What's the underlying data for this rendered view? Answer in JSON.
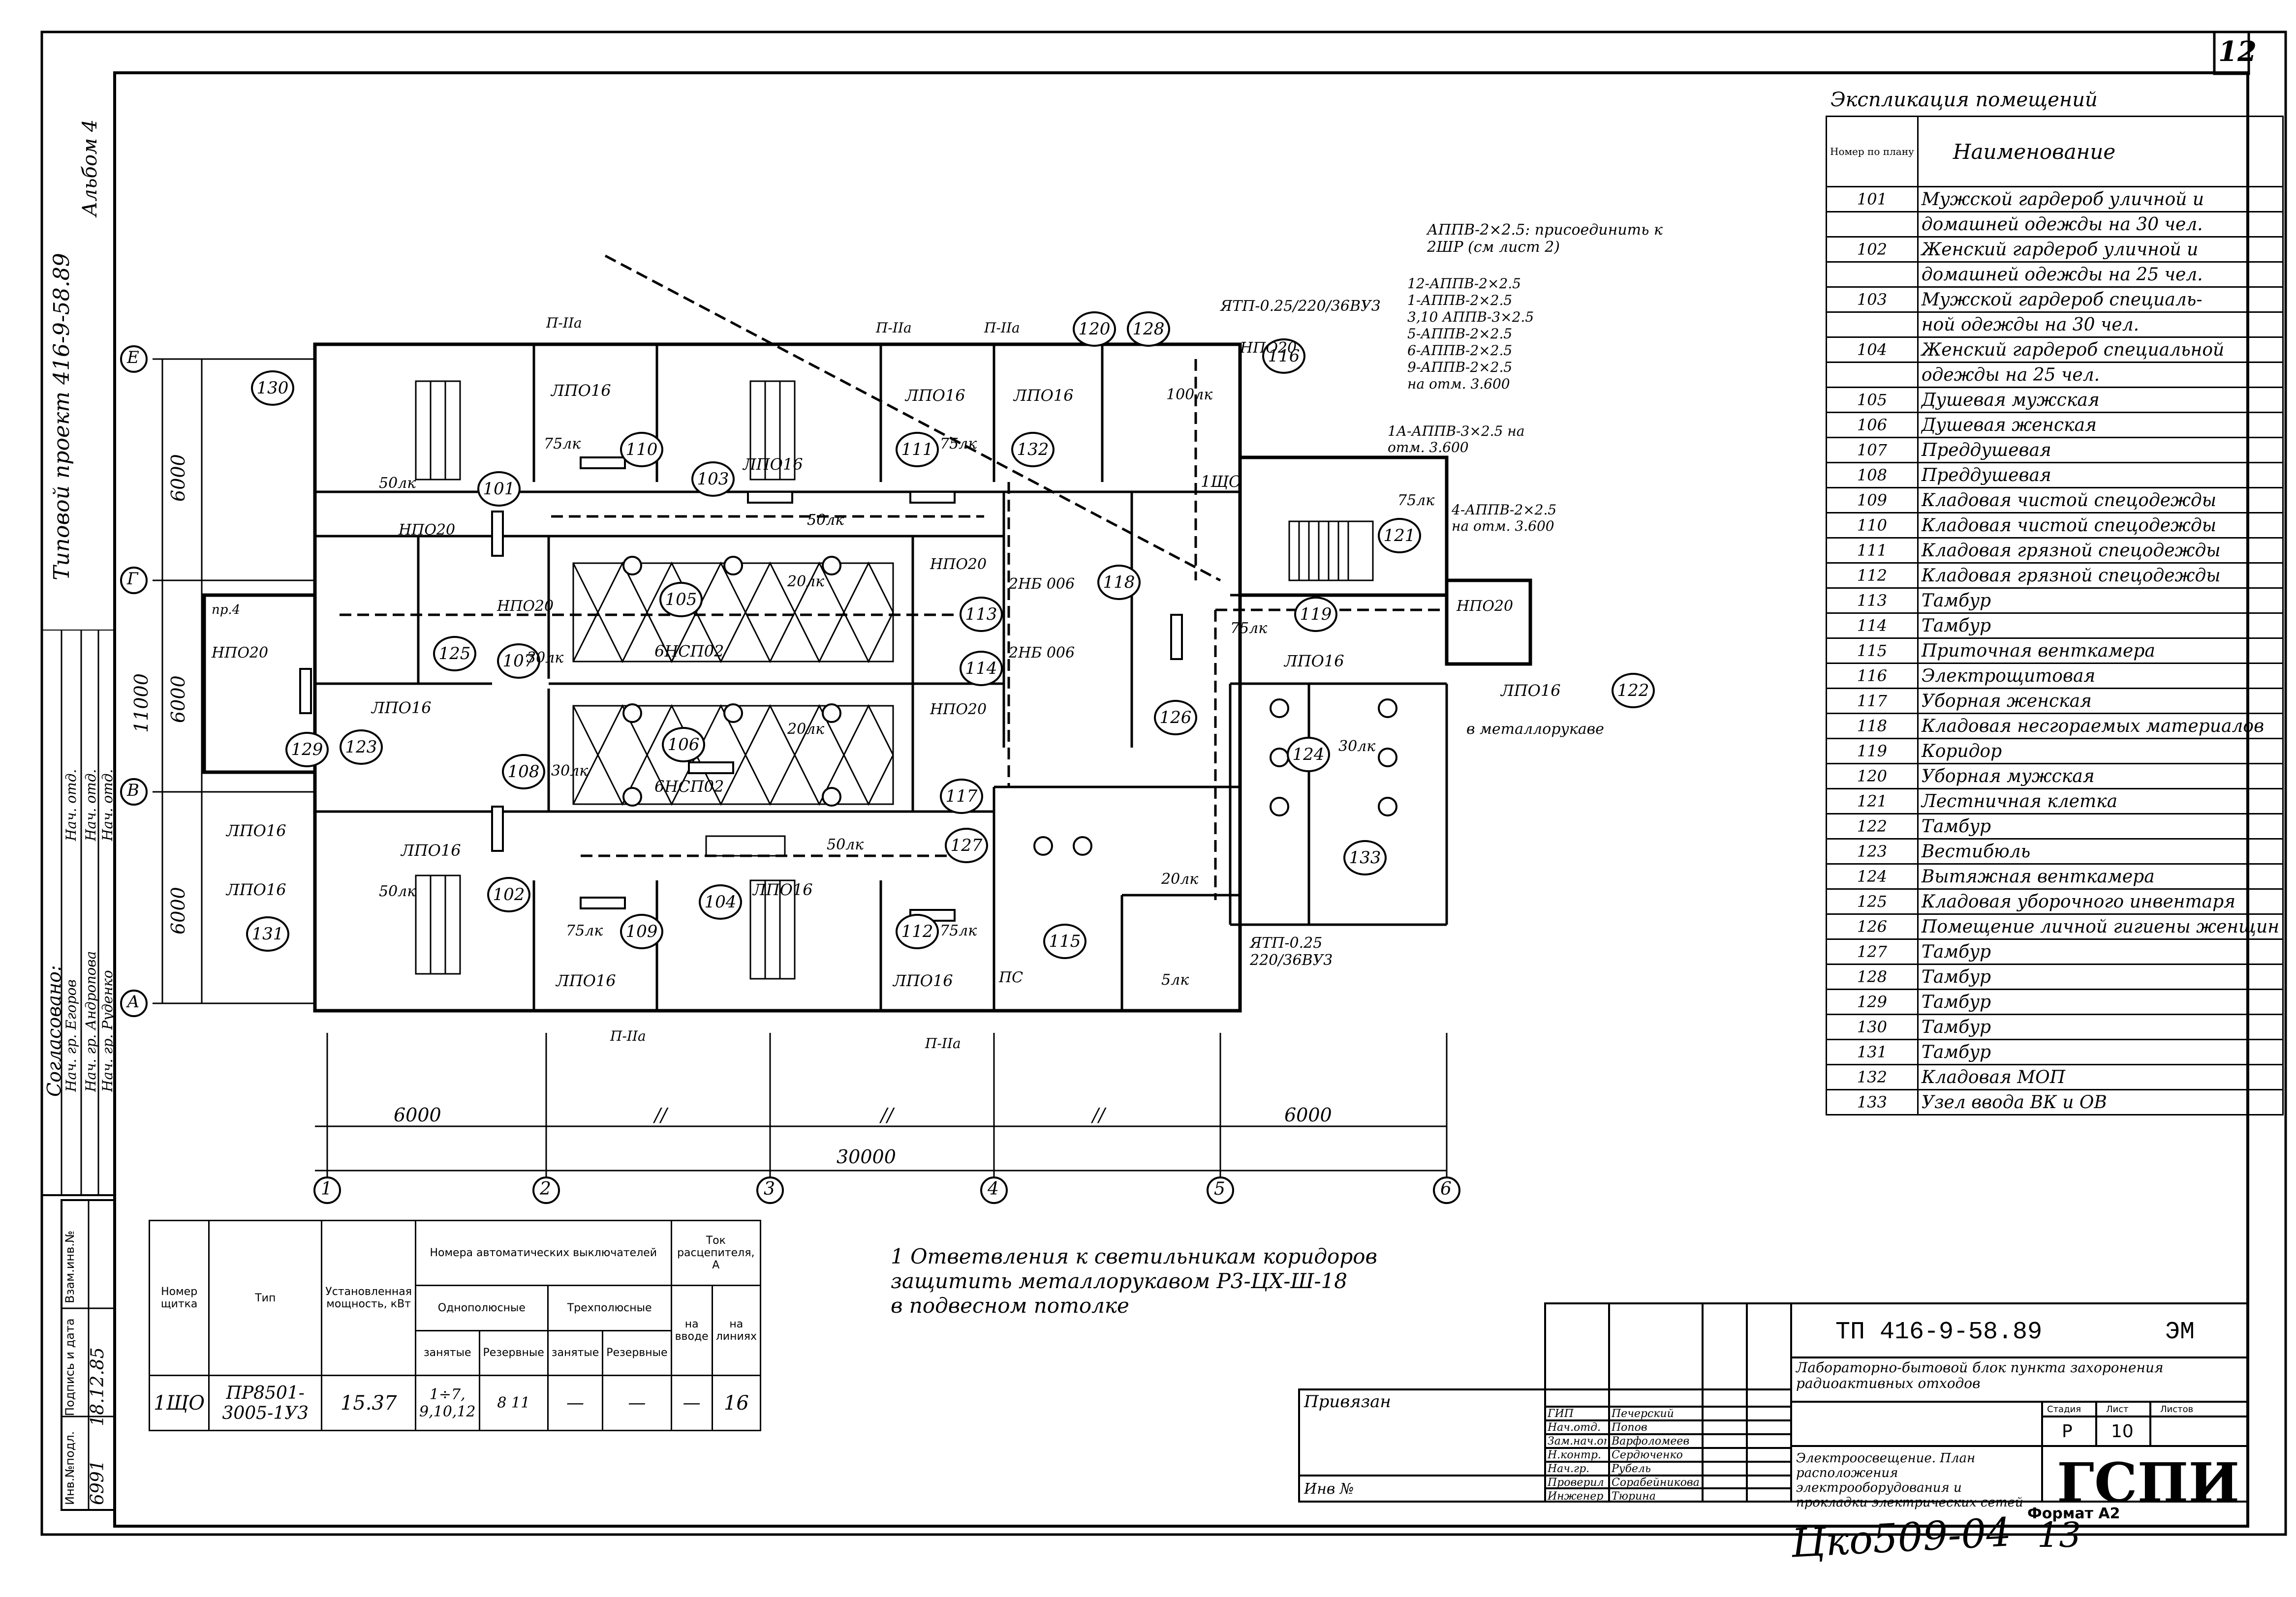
{
  "sheet": {
    "number": "12",
    "side_project": "Типовой проект 416-9-58.89",
    "side_album": "Альбом 4",
    "bottom_handwritten": "Цко509-04",
    "bottom_number": "13"
  },
  "note": {
    "line1": "1 Ответвления к светильникам коридоров",
    "line2": "защитить металлорукавом Р3-ЦХ-Ш-18",
    "line3": "в подвесном потолке"
  },
  "explication": {
    "title": "Экспликация помещений",
    "col_num": "Номер по плану",
    "col_name": "Наименование",
    "rows": [
      {
        "num": "101",
        "name": "Мужской гардероб уличной и"
      },
      {
        "num": "",
        "name": "домашней одежды на 30 чел."
      },
      {
        "num": "102",
        "name": "Женский гардероб уличной и"
      },
      {
        "num": "",
        "name": "домашней одежды на 25 чел."
      },
      {
        "num": "103",
        "name": "Мужской гардероб специаль-"
      },
      {
        "num": "",
        "name": "ной одежды на 30 чел."
      },
      {
        "num": "104",
        "name": "Женский гардероб специальной"
      },
      {
        "num": "",
        "name": "одежды на 25 чел."
      },
      {
        "num": "105",
        "name": "Душевая мужская"
      },
      {
        "num": "106",
        "name": "Душевая женская"
      },
      {
        "num": "107",
        "name": "Преддушевая"
      },
      {
        "num": "108",
        "name": "Преддушевая"
      },
      {
        "num": "109",
        "name": "Кладовая чистой спецодежды"
      },
      {
        "num": "110",
        "name": "Кладовая чистой спецодежды"
      },
      {
        "num": "111",
        "name": "Кладовая грязной спецодежды"
      },
      {
        "num": "112",
        "name": "Кладовая грязной спецодежды"
      },
      {
        "num": "113",
        "name": "Тамбур"
      },
      {
        "num": "114",
        "name": "Тамбур"
      },
      {
        "num": "115",
        "name": "Приточная венткамера"
      },
      {
        "num": "116",
        "name": "Электрощитовая"
      },
      {
        "num": "117",
        "name": "Уборная женская"
      },
      {
        "num": "118",
        "name": "Кладовая несгораемых материалов"
      },
      {
        "num": "119",
        "name": "Коридор"
      },
      {
        "num": "120",
        "name": "Уборная мужская"
      },
      {
        "num": "121",
        "name": "Лестничная клетка"
      },
      {
        "num": "122",
        "name": "Тамбур"
      },
      {
        "num": "123",
        "name": "Вестибюль"
      },
      {
        "num": "124",
        "name": "Вытяжная венткамера"
      },
      {
        "num": "125",
        "name": "Кладовая уборочного инвентаря"
      },
      {
        "num": "126",
        "name": "Помещение личной гигиены женщин"
      },
      {
        "num": "127",
        "name": "Тамбур"
      },
      {
        "num": "128",
        "name": "Тамбур"
      },
      {
        "num": "129",
        "name": "Тамбур"
      },
      {
        "num": "130",
        "name": "Тамбур"
      },
      {
        "num": "131",
        "name": "Тамбур"
      },
      {
        "num": "132",
        "name": "Кладовая МОП"
      },
      {
        "num": "133",
        "name": "Узел ввода ВК и ОВ"
      }
    ]
  },
  "panel_table": {
    "h_num": "Номер щитка",
    "h_type": "Тип",
    "h_power": "Установленная мощность, кВт",
    "h_breakers": "Номера автоматических выключателей",
    "h_single": "Однополюсные",
    "h_triple": "Трехполюсные",
    "h_busy": "занятые",
    "h_reserve": "Резервные",
    "h_current": "Ток расцепителя, А",
    "h_input": "на вводе",
    "h_lines": "на линиях",
    "row": {
      "num": "1ЩО",
      "type": "ПР8501-3005-1У3",
      "power": "15.37",
      "single_busy": "1÷7, 9,10,12",
      "single_res": "8 11",
      "triple_busy": "—",
      "triple_res": "—",
      "input": "—",
      "lines": "16"
    }
  },
  "title_block": {
    "code": "ТП 416-9-58.89",
    "mark": "ЭМ",
    "object": "Лабораторно-бытовой блок пункта захоронения радиоактивных отходов",
    "sheet_title": "Электроосвещение. План расположения электрооборудования и прокладки электрических сетей",
    "stage_h": "Стадия",
    "sheet_h": "Лист",
    "sheets_h": "Листов",
    "stage": "Р",
    "sheet": "10",
    "sheets": "",
    "org": "ГСПИ",
    "format": "Формат А2",
    "privyazan": "Привязан",
    "inv": "Инв №",
    "roles": [
      {
        "role": "ГИП",
        "name": "Печерский"
      },
      {
        "role": "Нач.отд.",
        "name": "Попов"
      },
      {
        "role": "Зам.нач.отд.",
        "name": "Варфоломеев"
      },
      {
        "role": "Н.контр.",
        "name": "Сердюченко"
      },
      {
        "role": "Нач.гр.",
        "name": "Рубель"
      },
      {
        "role": "Проверил",
        "name": "Сорабейникова"
      },
      {
        "role": "Инженер",
        "name": "Тюрина"
      }
    ]
  },
  "left_stamp": {
    "agreed": "Согласовано:",
    "rows": [
      "Нач. гр.  Егоров",
      "Нач. гр.  Андропова",
      "Нач. гр.  Руденко",
      "Нач. отд.",
      "Нач. отд.",
      "Нач. отд."
    ],
    "inv_h": "Инв.№подл.",
    "sign_h": "Подпись и дата",
    "vzam_h": "Взам.инв.№",
    "inv": "6991",
    "date": "18.12.85"
  },
  "axes": {
    "cols": [
      "1",
      "2",
      "3",
      "4",
      "5",
      "6"
    ],
    "rows": [
      "Е",
      "Г",
      "В",
      "А"
    ],
    "dims_bottom": [
      "6000",
      "//",
      "//",
      "//",
      "6000"
    ],
    "total_bottom": "30000",
    "dims_left": [
      "6000",
      "6000",
      "6000"
    ],
    "total_left": "11000"
  },
  "rooms": [
    "101",
    "102",
    "103",
    "104",
    "105",
    "106",
    "107",
    "108",
    "109",
    "110",
    "111",
    "112",
    "113",
    "114",
    "115",
    "116",
    "117",
    "118",
    "119",
    "120",
    "121",
    "122",
    "123",
    "124",
    "125",
    "126",
    "127",
    "128",
    "129",
    "130",
    "131",
    "132",
    "133"
  ],
  "plan_labels": {
    "lamp_a": "ЛПО16",
    "lamp_b": "НПО20",
    "lamp_c": "2НБ 006",
    "lamp_d": "6НСП02",
    "lux_50": "50лк",
    "lux_75": "75лк",
    "lux_30": "30лк",
    "lux_20": "20лк",
    "lux_100": "100лк",
    "lux_5": "5лк",
    "cable1": "АППВ-2×2.5: присоединить к 2ШР (см лист 2)",
    "ytp1": "ЯТП-0.25/220/36ВУ3",
    "ytp2": "ЯТП-0.25 220/36ВУ3",
    "cab_list": [
      "12-АППВ-2×2.5",
      "1-АППВ-2×2.5",
      "3,10 АППВ-3×2.5",
      "5-АППВ-2×2.5",
      "6-АППВ-2×2.5",
      "9-АППВ-2×2.5",
      "на отм. 3.600"
    ],
    "cab_1a": "1А-АППВ-3×2.5 на отм. 3.600",
    "cab_4": "4-АППВ-2×2.5 на отм. 3.600",
    "panel": "1ЩО",
    "metal": "в металлорукаве",
    "p2a": "П-IIа",
    "pc": "ПС",
    "pr": "пр.4"
  }
}
